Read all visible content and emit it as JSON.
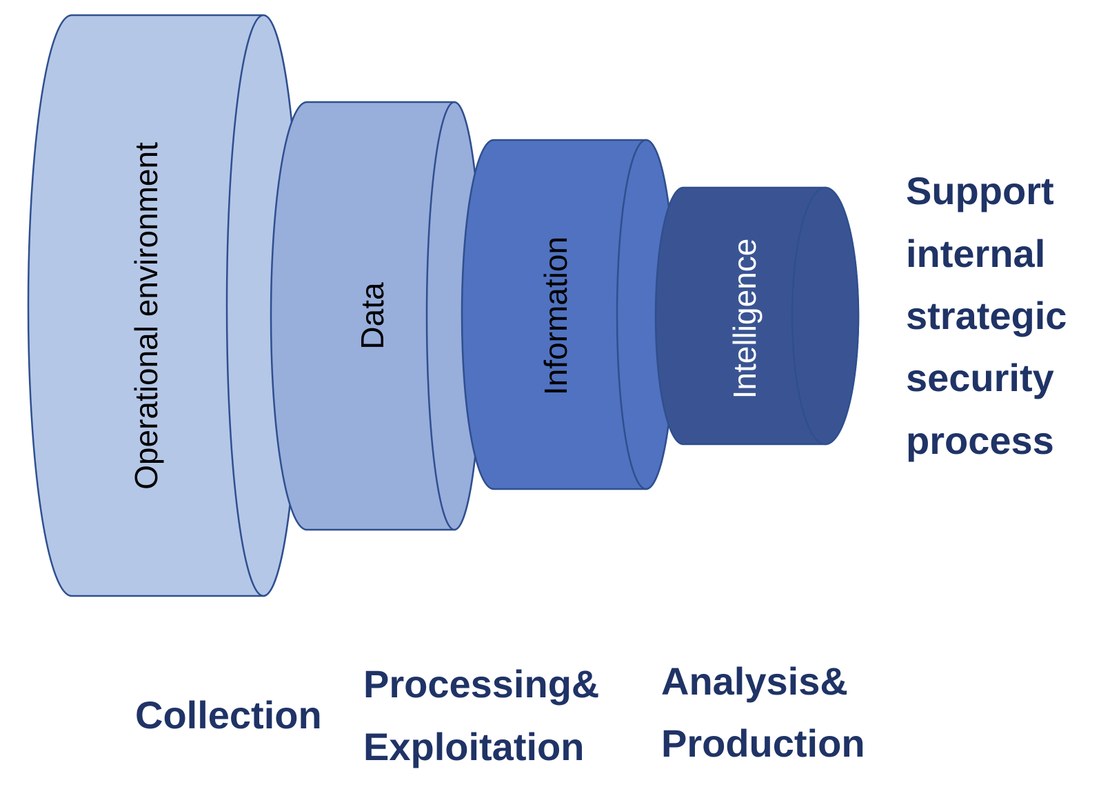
{
  "cylinders": [
    {
      "label": "Operational environment",
      "fill": "#b4c7e7",
      "text_color": "#000000"
    },
    {
      "label": "Data",
      "fill": "#98aedb",
      "text_color": "#000000"
    },
    {
      "label": "Information",
      "fill": "#5072c0",
      "text_color": "#000000"
    },
    {
      "label": "Intelligence",
      "fill": "#3a5493",
      "text_color": "#ffffff"
    }
  ],
  "stages": {
    "collection": {
      "lines": [
        "Collection"
      ]
    },
    "processing": {
      "lines": [
        "Processing&",
        "Exploitation"
      ]
    },
    "analysis": {
      "lines": [
        "Analysis&",
        "Production"
      ]
    },
    "support": {
      "lines": [
        "Support",
        "internal",
        "strategic",
        "security",
        "process"
      ]
    }
  },
  "colors": {
    "outline": "#2f4f8f",
    "stage_text": "#1f3366"
  }
}
